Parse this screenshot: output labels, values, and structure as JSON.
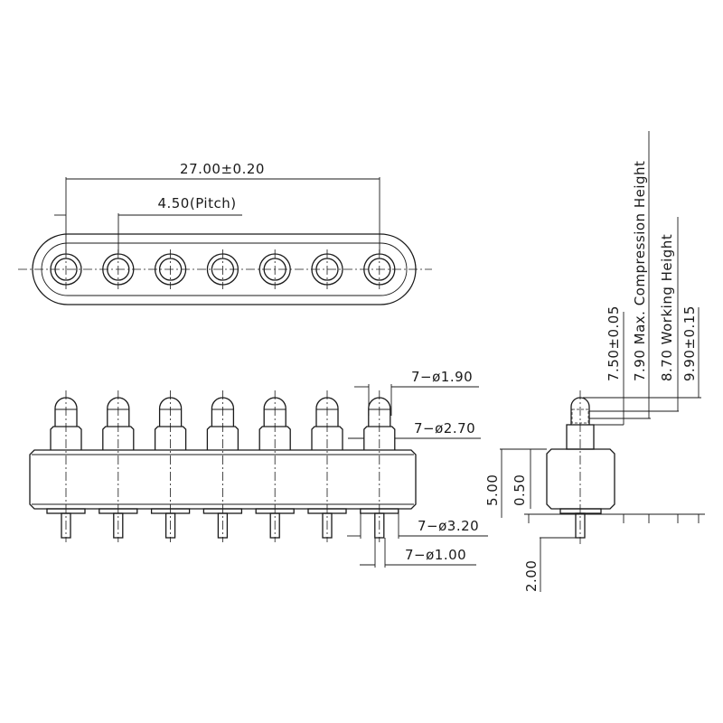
{
  "top_view": {
    "overall_length": "27.00±0.20",
    "pitch": "4.50(Pitch)",
    "pin_count": 7
  },
  "front_view": {
    "plunger_diameter": "7−ø1.90",
    "barrel_diameter": "7−ø2.70",
    "flange_diameter": "7−ø3.20",
    "tail_diameter": "7−ø1.00"
  },
  "side_view": {
    "body_height": "5.00",
    "flange_height": "0.50",
    "tail_length": "2.00",
    "barrel_height": "7.50±0.05",
    "max_compression": "7.90  Max.  Compression  Height",
    "working_height": "8.70  Working  Height",
    "free_height": "9.90±0.15"
  }
}
